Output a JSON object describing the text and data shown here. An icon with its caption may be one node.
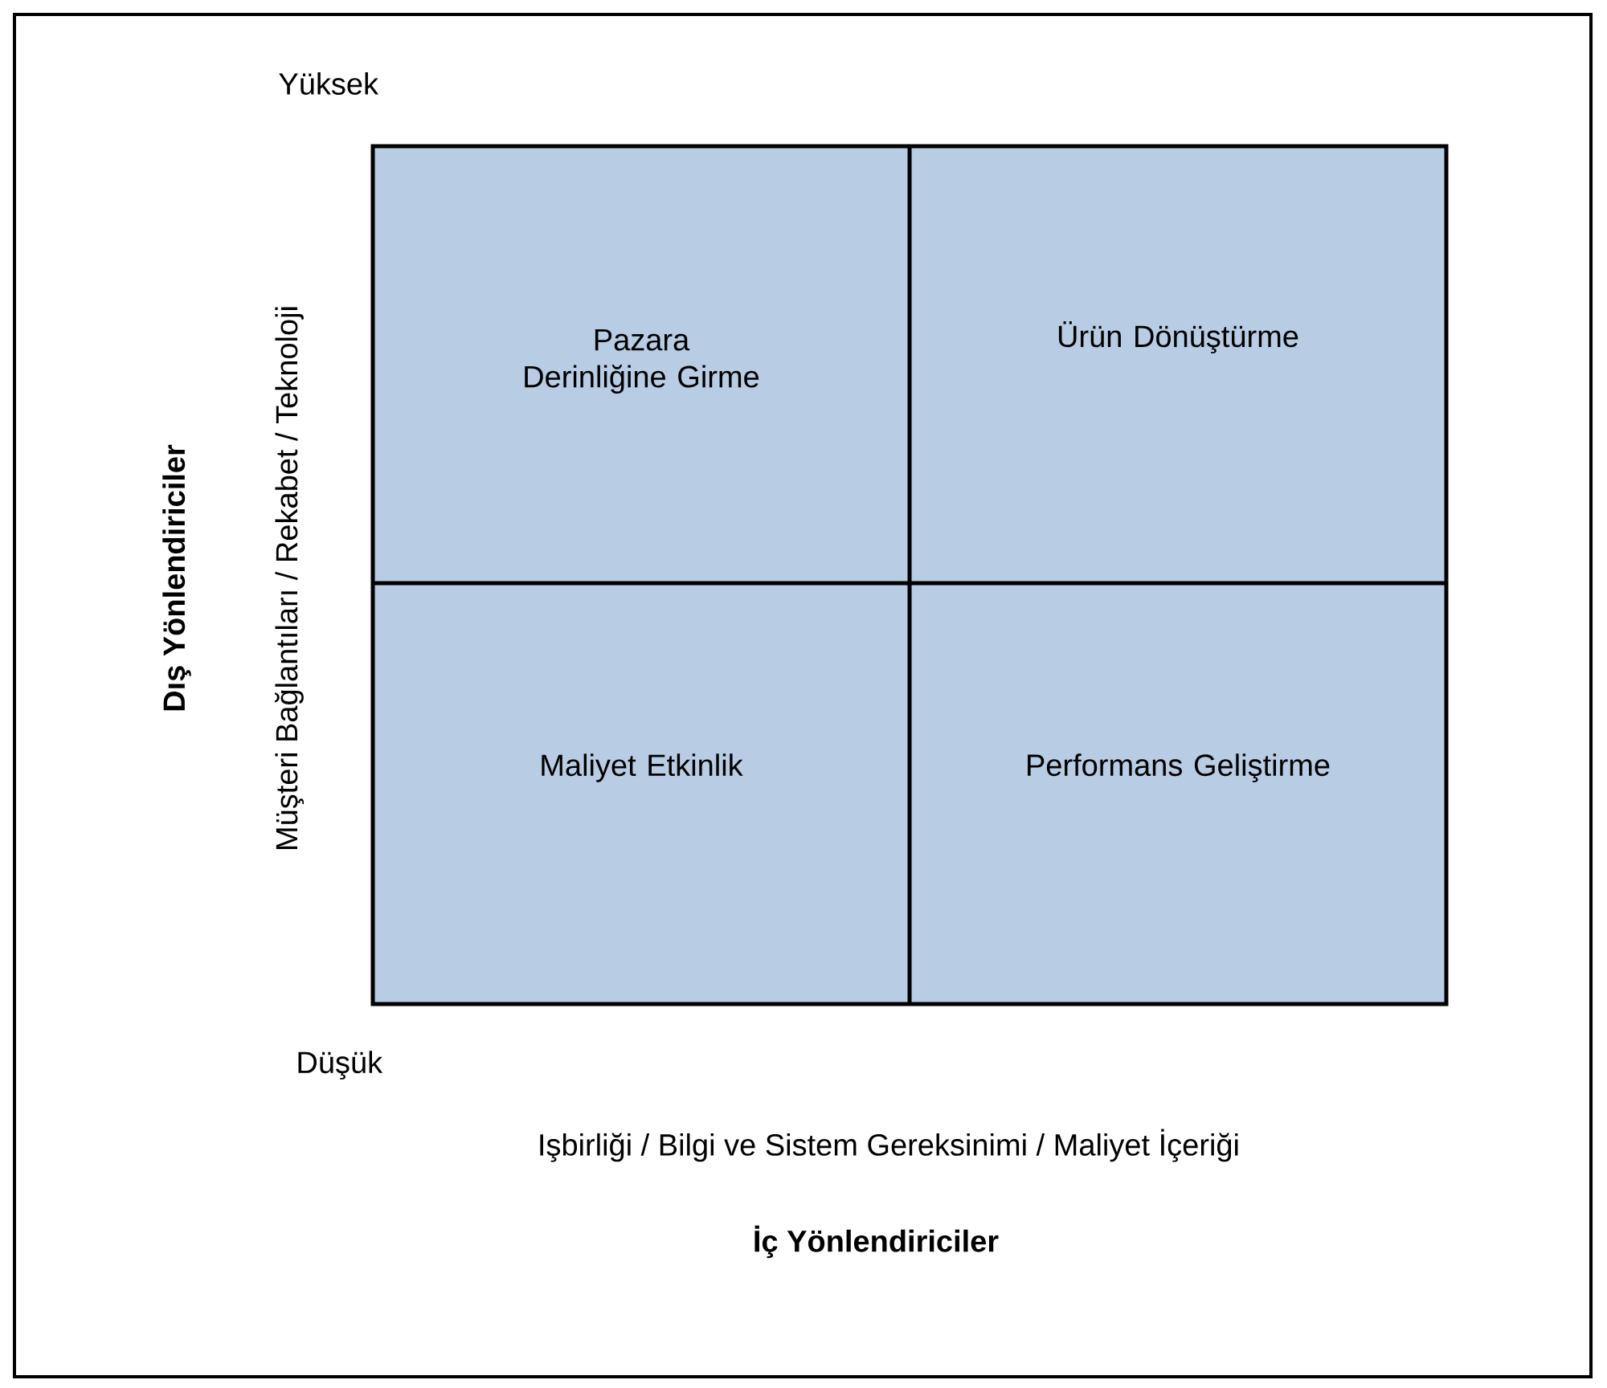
{
  "diagram": {
    "nodes": [
      {
        "text": [
          "Pazara Derinliğine Girme"
        ]
      },
      {
        "text": [
          "Ürün Dönüştürme"
        ]
      },
      {
        "text": [
          "Maliyet Etkinlik"
        ]
      },
      {
        "text": [
          "Performans Geliştirme"
        ]
      }
    ],
    "labels": [
      "Yüksek",
      "Dış Yönlendiriciler",
      "Müşteri Bağlantıları / Rekabet / Teknoloji",
      "Düşük",
      "Işbirliği / Bilgi ve Sistem Gereksinimi / Maliyet İçeriği",
      "İç Yönlendiriciler"
    ]
  }
}
